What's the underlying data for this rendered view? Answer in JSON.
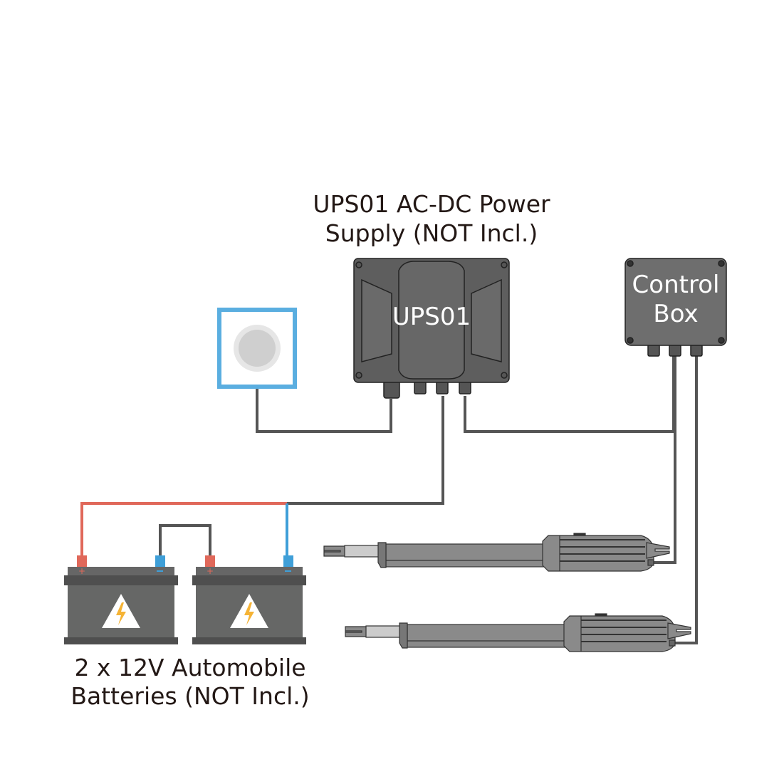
{
  "labels": {
    "power_supply_line1": "UPS01 AC-DC Power",
    "power_supply_line2": "Supply (NOT Incl.)",
    "ups_box": "UPS01",
    "control_box_line1": "Control",
    "control_box_line2": "Box",
    "batteries_line1": "2 x 12V Automobile",
    "batteries_line2": "Batteries (NOT Incl.)"
  },
  "colors": {
    "wire": "#555555",
    "positive_wire": "#e0685a",
    "negative_wire": "#3f9fd8",
    "device_body": "#666766",
    "outlet_frame": "#5aaee0",
    "warning_bolt": "#f5b335"
  },
  "icons": [
    "wall-outlet-icon",
    "battery-icon",
    "lightning-warning-icon",
    "gate-actuator-icon"
  ]
}
